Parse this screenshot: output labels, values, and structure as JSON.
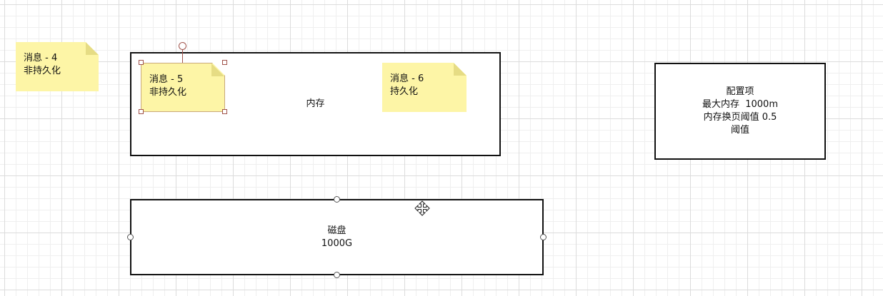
{
  "notes": {
    "note4": {
      "title": "消息 - 4",
      "status": "非持久化"
    },
    "note5": {
      "title": "消息 - 5",
      "status": "非持久化"
    },
    "note6": {
      "title": "消息 - 6",
      "status": "持久化"
    }
  },
  "memory": {
    "label": "内存"
  },
  "disk": {
    "label": "磁盘",
    "size": "1000G"
  },
  "config": {
    "title": "配置项",
    "lines": [
      "最大内存  1000m",
      "内存换页阈值 0.5",
      "阈值"
    ]
  },
  "colors": {
    "note_fill": "#fdf5a6",
    "border": "#111111",
    "selection": "#a0524a"
  },
  "icons": {
    "cursor": "move-cursor-icon"
  }
}
